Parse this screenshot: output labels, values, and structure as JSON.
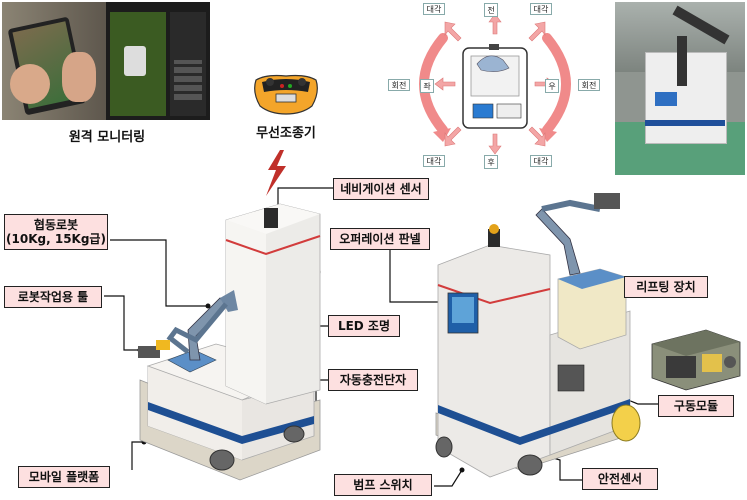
{
  "captions": {
    "remote_monitoring": "원격 모니터링",
    "wireless_controller": "무선조종기"
  },
  "directions": {
    "diag_top_left": "대각",
    "front": "전",
    "diag_top_right": "대각",
    "rotate_left": "회전",
    "left": "좌",
    "right": "우",
    "rotate_right": "회전",
    "diag_bottom_left": "대각",
    "back": "후",
    "diag_bottom_right": "대각"
  },
  "labels": {
    "nav_sensor": "네비게이션 센서",
    "cobot_line1": "협동로봇",
    "cobot_line2": "(10Kg, 15Kg급)",
    "robot_tool": "로봇작업용 툴",
    "led": "LED 조명",
    "auto_charge": "자동충전단자",
    "mobile_platform": "모바일 플랫폼",
    "op_panel": "오퍼레이션 판넬",
    "lifting": "리프팅 장치",
    "drive_module": "구동모듈",
    "bumper_switch": "범프 스위치",
    "safety_sensor": "안전센서"
  }
}
